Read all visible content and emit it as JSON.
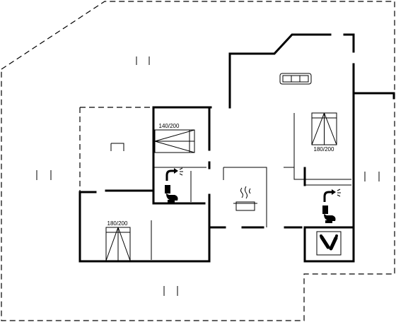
{
  "rooms": {
    "bedroom_top_left": {
      "bed_label": "140/200"
    },
    "bedroom_right": {
      "bed_label": "180/200"
    },
    "bedroom_bottom_left": {
      "bed_label": "180/200"
    }
  },
  "icons": [
    "sofa-icon",
    "double-bed-icon",
    "single-bed-icon",
    "shower-icon",
    "toilet-icon",
    "cooking-pot-icon",
    "washing-machine-icon",
    "terrace-marker-icon"
  ]
}
